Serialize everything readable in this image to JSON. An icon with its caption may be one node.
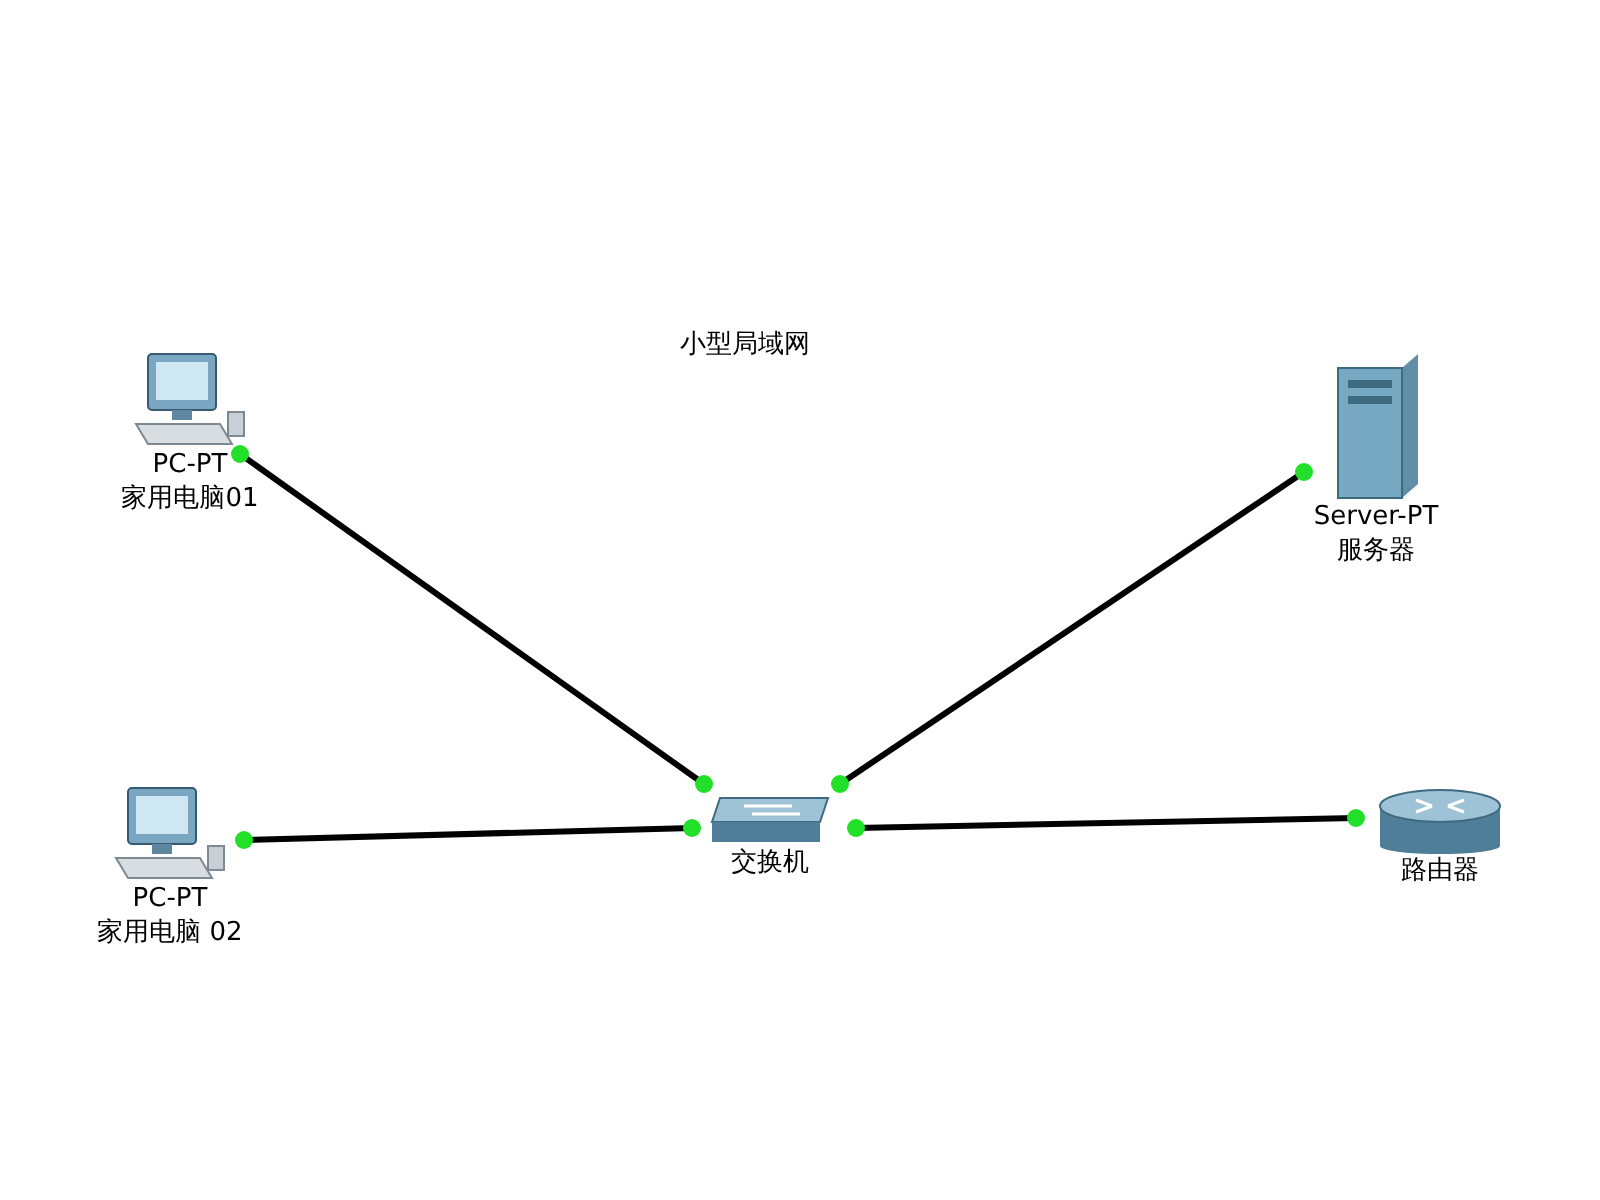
{
  "diagram": {
    "title": "小型局域网",
    "nodes": [
      {
        "text": [
          "PC-PT",
          "家用电脑01"
        ]
      },
      {
        "text": [
          "Server-PT",
          "服务器"
        ]
      },
      {
        "text": [
          "PC-PT",
          "家用电脑 02"
        ]
      },
      {
        "text": [
          "交换机"
        ]
      },
      {
        "text": [
          "路由器"
        ]
      }
    ],
    "edges": [
      {
        "from": 0,
        "to": 3,
        "arrow": "other"
      },
      {
        "from": 1,
        "to": 3,
        "arrow": "other"
      },
      {
        "from": 2,
        "to": 3,
        "arrow": "other"
      },
      {
        "from": 3,
        "to": 4,
        "arrow": "other"
      }
    ]
  }
}
